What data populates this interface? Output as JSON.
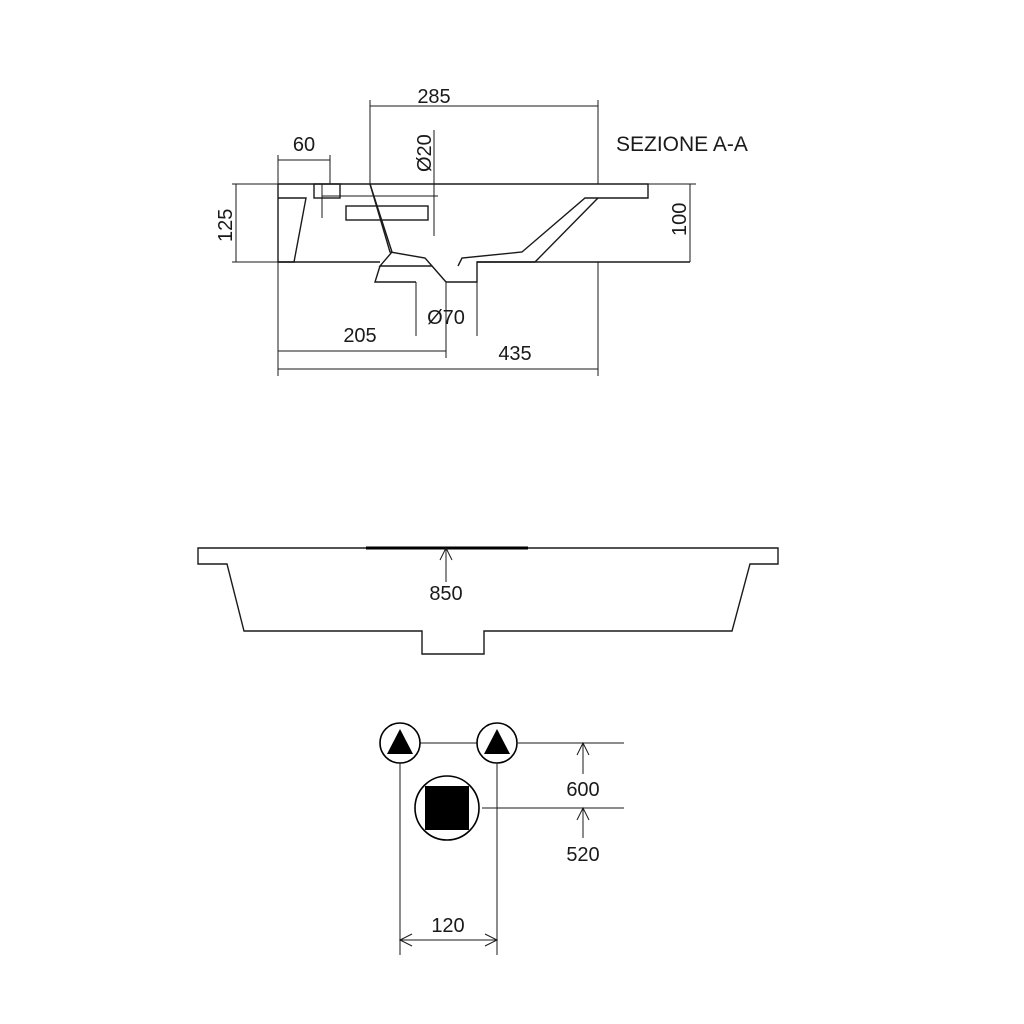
{
  "section": {
    "title": "SEZIONE A-A",
    "dims": {
      "top_width": "285",
      "overflow_diam": "Ø20",
      "rim_width": "60",
      "height_total": "125",
      "height_front": "100",
      "drain_diam": "Ø70",
      "drain_offset": "205",
      "depth": "435"
    }
  },
  "front": {
    "width": "850"
  },
  "plan": {
    "tap_height": "600",
    "drain_height": "520",
    "tap_spacing": "120"
  },
  "colors": {
    "line": "#1a1a1a",
    "fill_dark": "#000000"
  }
}
